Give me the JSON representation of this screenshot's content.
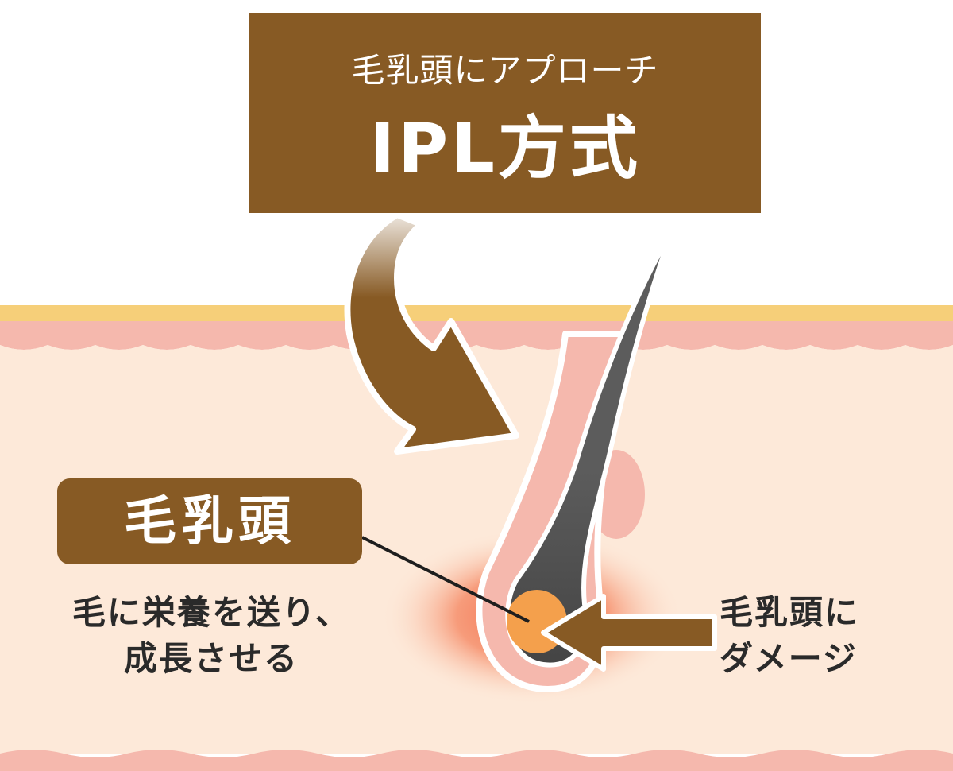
{
  "header": {
    "subtitle": "毛乳頭にアプローチ",
    "title": "IPL方式"
  },
  "callout_left": {
    "label": "毛乳頭",
    "description_line1": "毛に栄養を送り、",
    "description_line2": "成長させる"
  },
  "callout_right": {
    "line1": "毛乳頭に",
    "line2": "ダメージ"
  },
  "colors": {
    "brown": "#875a24",
    "skin_surface": "#f6cf79",
    "epidermis": "#f5b8ad",
    "dermis": "#fde9d9",
    "hair": "#5c5c5c",
    "papilla": "#f4a04c",
    "glow": "#f2613f"
  }
}
